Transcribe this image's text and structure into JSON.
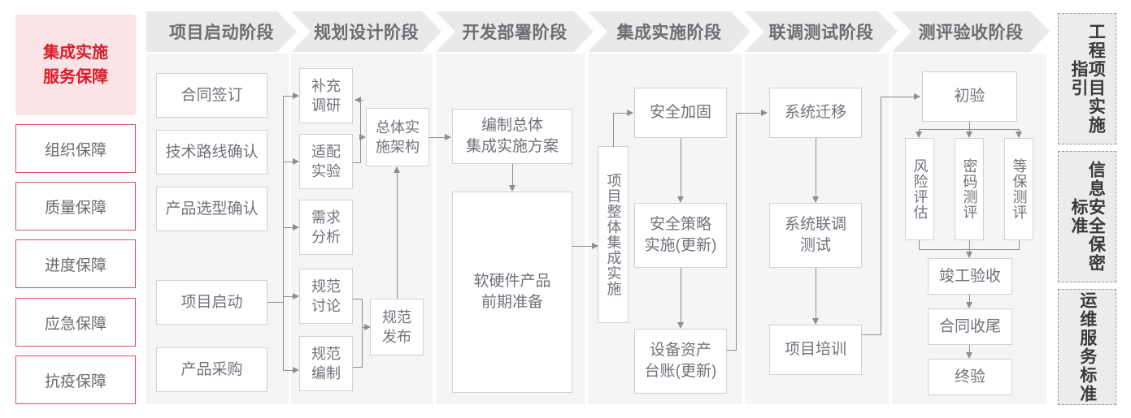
{
  "left_panel": {
    "title": "集成实施\n服务保障",
    "title_lines": [
      "集成实施",
      "服务保障"
    ],
    "accent_color": "#d91c2a",
    "hero_bg": "#fbe3e6",
    "border_color": "#e0505f",
    "items": [
      {
        "label": "组织保障"
      },
      {
        "label": "质量保障"
      },
      {
        "label": "进度保障"
      },
      {
        "label": "应急保障"
      },
      {
        "label": "抗疫保障"
      }
    ]
  },
  "phases": [
    {
      "id": "phase-initiation",
      "header": "项目启动阶段",
      "nodes": [
        {
          "id": "n-contract",
          "label": "合同签订"
        },
        {
          "id": "n-tech-route",
          "label": "技术路线确认"
        },
        {
          "id": "n-product-select",
          "label": "产品选型确认"
        },
        {
          "id": "n-project-kickoff",
          "label": "项目启动"
        },
        {
          "id": "n-procurement",
          "label": "产品采购"
        }
      ]
    },
    {
      "id": "phase-planning",
      "header": "规划设计阶段",
      "nodes": [
        {
          "id": "n-extra-research",
          "label": "补充\n调研",
          "lines": [
            "补充",
            "调研"
          ]
        },
        {
          "id": "n-adapt-test",
          "label": "适配\n实验",
          "lines": [
            "适配",
            "实验"
          ]
        },
        {
          "id": "n-req-analysis",
          "label": "需求\n分析",
          "lines": [
            "需求",
            "分析"
          ]
        },
        {
          "id": "n-spec-discuss",
          "label": "规范\n讨论",
          "lines": [
            "规范",
            "讨论"
          ]
        },
        {
          "id": "n-spec-draft",
          "label": "规范\n编制",
          "lines": [
            "规范",
            "编制"
          ]
        },
        {
          "id": "n-overall-arch",
          "label": "总体实\n施架构",
          "lines": [
            "总体实",
            "施架构"
          ]
        },
        {
          "id": "n-spec-release",
          "label": "规范\n发布",
          "lines": [
            "规范",
            "发布"
          ]
        }
      ]
    },
    {
      "id": "phase-development",
      "header": "开发部署阶段",
      "nodes": [
        {
          "id": "n-compile-plan",
          "label": "编制总体\n集成实施方案",
          "lines": [
            "编制总体",
            "集成实施方案"
          ]
        },
        {
          "id": "n-hw-sw-prep",
          "label": "软硬件产品\n前期准备",
          "lines": [
            "软硬件产品",
            "前期准备"
          ]
        }
      ]
    },
    {
      "id": "phase-integration",
      "header": "集成实施阶段",
      "nodes": [
        {
          "id": "n-overall-integration",
          "label": "项目整体集成实施",
          "vertical": true
        },
        {
          "id": "n-security-harden",
          "label": "安全加固"
        },
        {
          "id": "n-security-policy",
          "label": "安全策略\n实施(更新)",
          "lines": [
            "安全策略",
            "实施(更新)"
          ]
        },
        {
          "id": "n-asset-ledger",
          "label": "设备资产\n台账(更新)",
          "lines": [
            "设备资产",
            "台账(更新)"
          ]
        }
      ]
    },
    {
      "id": "phase-joint-test",
      "header": "联调测试阶段",
      "nodes": [
        {
          "id": "n-sys-migration",
          "label": "系统迁移"
        },
        {
          "id": "n-joint-debug",
          "label": "系统联调\n测试",
          "lines": [
            "系统联调",
            "测试"
          ]
        },
        {
          "id": "n-training",
          "label": "项目培训"
        }
      ]
    },
    {
      "id": "phase-acceptance",
      "header": "测评验收阶段",
      "nodes": [
        {
          "id": "n-prelim-accept",
          "label": "初验"
        },
        {
          "id": "n-risk-assess",
          "label": "风险评估",
          "vertical": true
        },
        {
          "id": "n-crypto-eval",
          "label": "密码测评",
          "vertical": true
        },
        {
          "id": "n-mlps-eval",
          "label": "等保测评",
          "vertical": true
        },
        {
          "id": "n-final-inspect",
          "label": "竣工验收"
        },
        {
          "id": "n-contract-close",
          "label": "合同收尾"
        },
        {
          "id": "n-final-accept",
          "label": "终验"
        }
      ]
    }
  ],
  "standards": [
    {
      "id": "std-engineering",
      "label": "工程项目实施指引"
    },
    {
      "id": "std-infosec",
      "label": "信息安全保密标准"
    },
    {
      "id": "std-ops",
      "label": "运维服务标准"
    }
  ]
}
